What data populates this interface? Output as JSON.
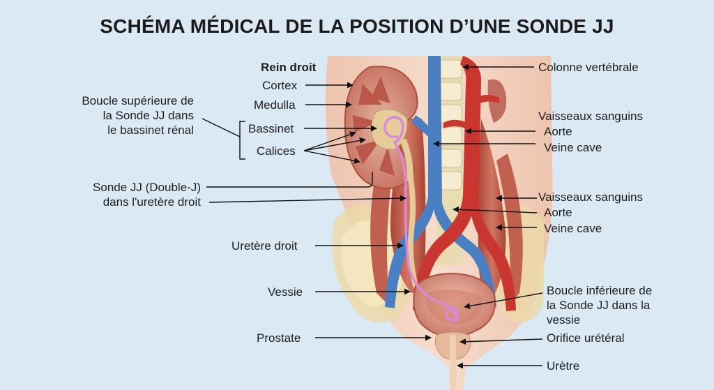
{
  "title": "SCHÉMA MÉDICAL DE LA POSITION D’UNE SONDE JJ",
  "labels_left": {
    "rein_droit": "Rein droit",
    "cortex": "Cortex",
    "medulla": "Medulla",
    "boucle_sup_1": "Boucle supérieure de",
    "boucle_sup_2": "la Sonde JJ dans",
    "boucle_sup_3": "le bassinet rénal",
    "bassinet": "Bassinet",
    "calices": "Calices",
    "sonde_1": "Sonde JJ (Double-J)",
    "sonde_2": "dans l'uretère droit",
    "uretere": "Uretère droit",
    "vessie": "Vessie",
    "prostate": "Prostate"
  },
  "labels_right": {
    "colonne": "Colonne vertébrale",
    "vaisseaux_1": "Vaisseaux sanguins",
    "aorte_1": "Aorte",
    "veine_1": "Veine cave",
    "vaisseaux_2": "Vaisseaux sanguins",
    "aorte_2": "Aorte",
    "veine_2": "Veine cave",
    "boucle_inf_1": "Boucle inférieure de",
    "boucle_inf_2": "la Sonde JJ dans la",
    "boucle_inf_3": "vessie",
    "orifice": "Orifice urétéral",
    "uretre": "Urètre"
  },
  "colors": {
    "background": "#dbe9f5",
    "skin": "#f3d6c6",
    "muscle": "#c4604f",
    "aorta": "#c9362f",
    "vena_cava": "#4a7fc1",
    "kidney": "#d98f80",
    "stent": "#d98ad8",
    "bladder": "#d7907f",
    "spine": "#f2e9cc",
    "leader": "#111111"
  }
}
